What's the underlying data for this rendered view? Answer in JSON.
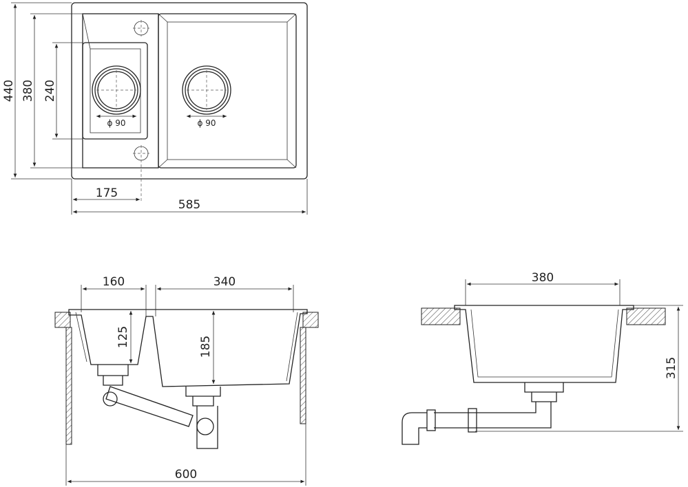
{
  "top_view": {
    "overall_height": "440",
    "mounting_height": "380",
    "small_bowl_length": "240",
    "small_drain_diameter": "ϕ 90",
    "large_drain_diameter": "ϕ 90",
    "tap_hole_offset": "175",
    "overall_width": "585"
  },
  "front_view": {
    "small_bowl_width": "160",
    "large_bowl_width": "340",
    "small_bowl_depth": "125",
    "large_bowl_depth": "185",
    "cabinet_width": "600"
  },
  "side_view": {
    "bowl_length": "380",
    "total_depth": "315"
  }
}
